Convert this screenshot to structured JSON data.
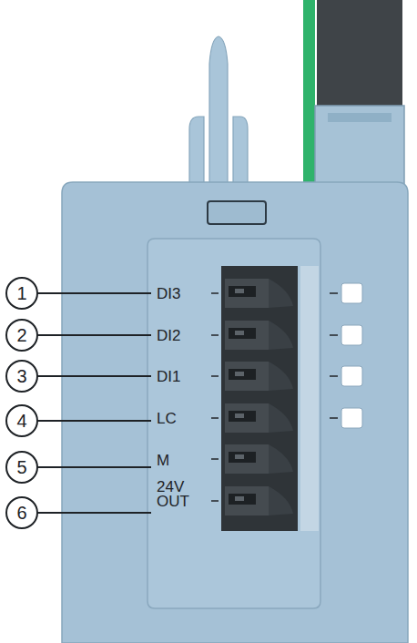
{
  "diagram": {
    "labels": [
      "1",
      "2",
      "3",
      "4",
      "5",
      "6",
      "DI3",
      "DI2",
      "DI1",
      "LC",
      "M",
      "24V OUT"
    ]
  }
}
